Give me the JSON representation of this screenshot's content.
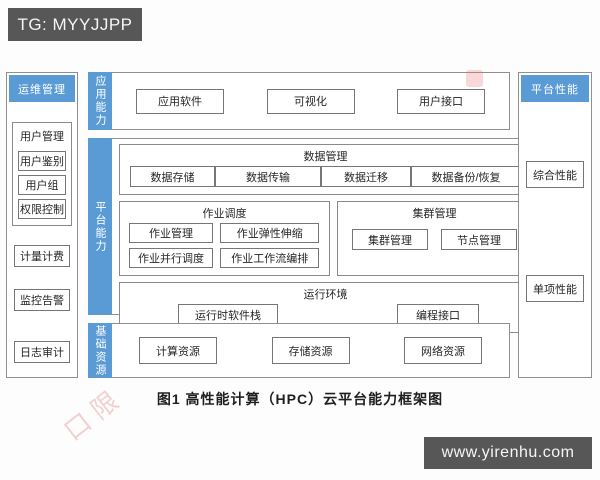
{
  "badges": {
    "tg": "TG: MYYJJPP",
    "site": "www.yirenhu.com"
  },
  "caption": "图1 高性能计算（HPC）云平台能力框架图",
  "colors": {
    "accent_blue": "#5b9bd5",
    "badge_gray": "#575757",
    "border_gray": "#8f8f8f",
    "watermark_pink": "#e57373"
  },
  "left_panel": {
    "title": "运维管理",
    "user_group": {
      "title": "用户管理",
      "items": [
        "用户鉴别",
        "用户组",
        "权限控制"
      ]
    },
    "items": [
      "计量计费",
      "监控告警",
      "日志审计"
    ]
  },
  "middle": {
    "app_layer": {
      "tab": "应用能力",
      "items": [
        "应用软件",
        "可视化",
        "用户接口"
      ]
    },
    "platform_layer": {
      "tab": "平台能力",
      "data_mgmt": {
        "title": "数据管理",
        "items": [
          "数据存储",
          "数据传输",
          "数据迁移",
          "数据备份/恢复"
        ]
      },
      "job_sched": {
        "title": "作业调度",
        "items": [
          "作业管理",
          "作业弹性伸缩",
          "作业并行调度",
          "作业工作流编排"
        ]
      },
      "cluster_mgmt": {
        "title": "集群管理",
        "items": [
          "集群管理",
          "节点管理"
        ]
      },
      "runtime_env": {
        "title": "运行环境",
        "items": [
          "运行时软件栈",
          "编程接口"
        ]
      }
    },
    "infra_layer": {
      "tab": "基础资源",
      "items": [
        "计算资源",
        "存储资源",
        "网络资源"
      ]
    }
  },
  "right_panel": {
    "title": "平台性能",
    "items": [
      "综合性能",
      "单项性能"
    ]
  },
  "watermark": {
    "stamp_glyphs": "口限"
  }
}
